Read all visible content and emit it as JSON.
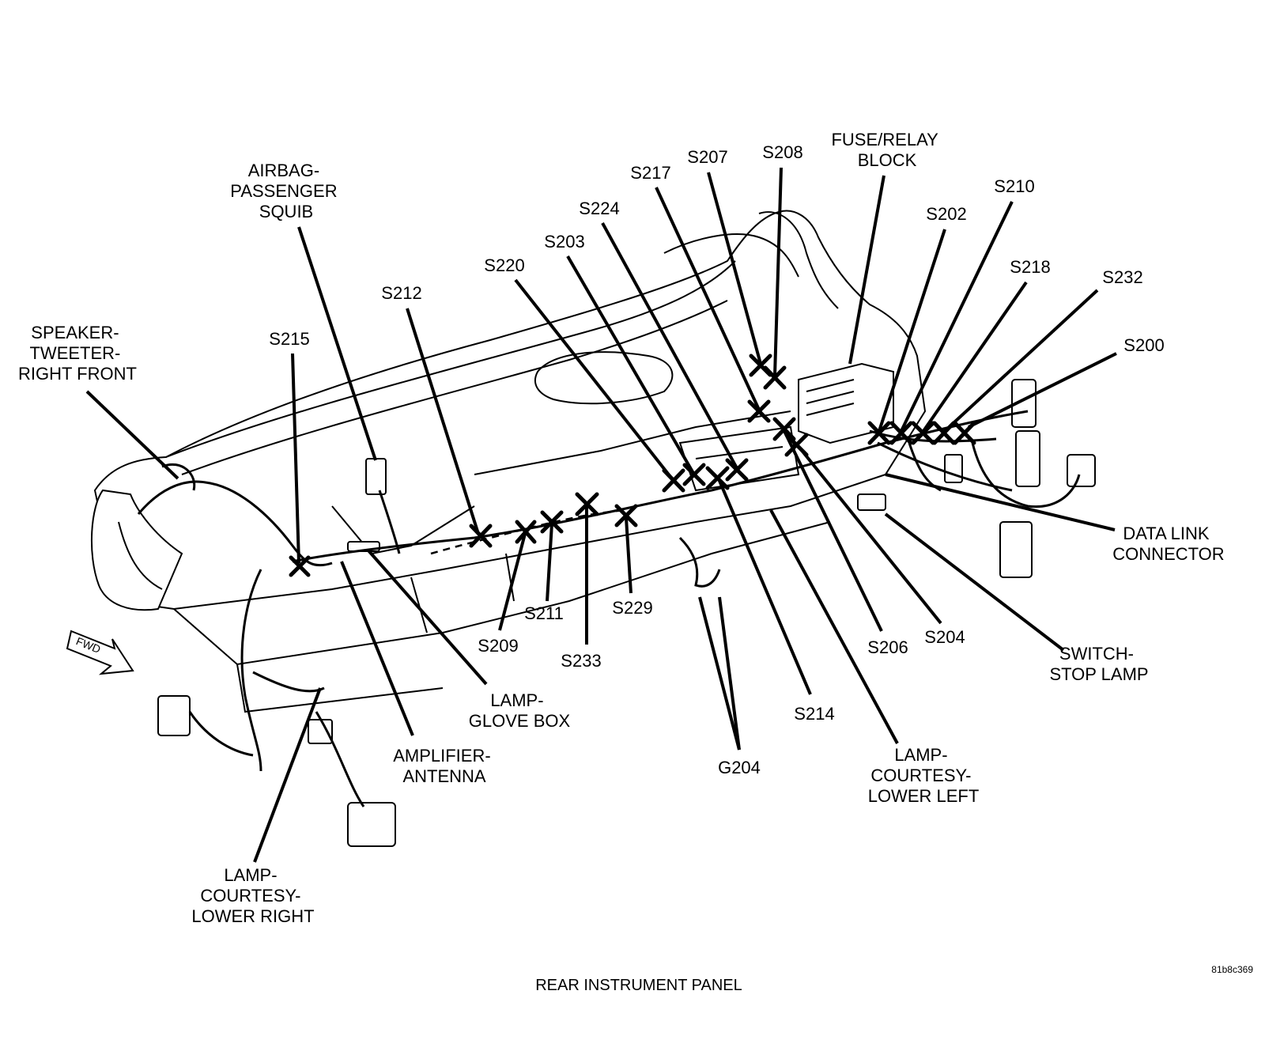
{
  "labels": {
    "speaker_tweeter": [
      "SPEAKER-",
      "TWEETER-",
      "RIGHT FRONT"
    ],
    "airbag": [
      "AIRBAG-",
      "PASSENGER",
      "SQUIB"
    ],
    "s215": "S215",
    "s212": "S212",
    "s220": "S220",
    "s203": "S203",
    "s224": "S224",
    "s217": "S217",
    "s207": "S207",
    "s208": "S208",
    "fuse_relay": [
      "FUSE/RELAY",
      "BLOCK"
    ],
    "s210": "S210",
    "s202": "S202",
    "s218": "S218",
    "s232": "S232",
    "s200": "S200",
    "data_link": [
      "DATA LINK",
      "CONNECTOR"
    ],
    "switch_stop": [
      "SWITCH-",
      "STOP LAMP"
    ],
    "s204": "S204",
    "s206": "S206",
    "lamp_courtesy_left": [
      "LAMP-",
      "COURTESY-",
      "LOWER LEFT"
    ],
    "s214": "S214",
    "g204": "G204",
    "s229": "S229",
    "s233": "S233",
    "s211": "S211",
    "s209": "S209",
    "lamp_glove": [
      "LAMP-",
      "GLOVE BOX"
    ],
    "amplifier": [
      "AMPLIFIER-",
      "ANTENNA"
    ],
    "lamp_courtesy_right": [
      "LAMP-",
      "COURTESY-",
      "LOWER RIGHT"
    ],
    "fwd": "FWD"
  },
  "image_code": "81b8c369",
  "title": "REAR INSTRUMENT PANEL"
}
